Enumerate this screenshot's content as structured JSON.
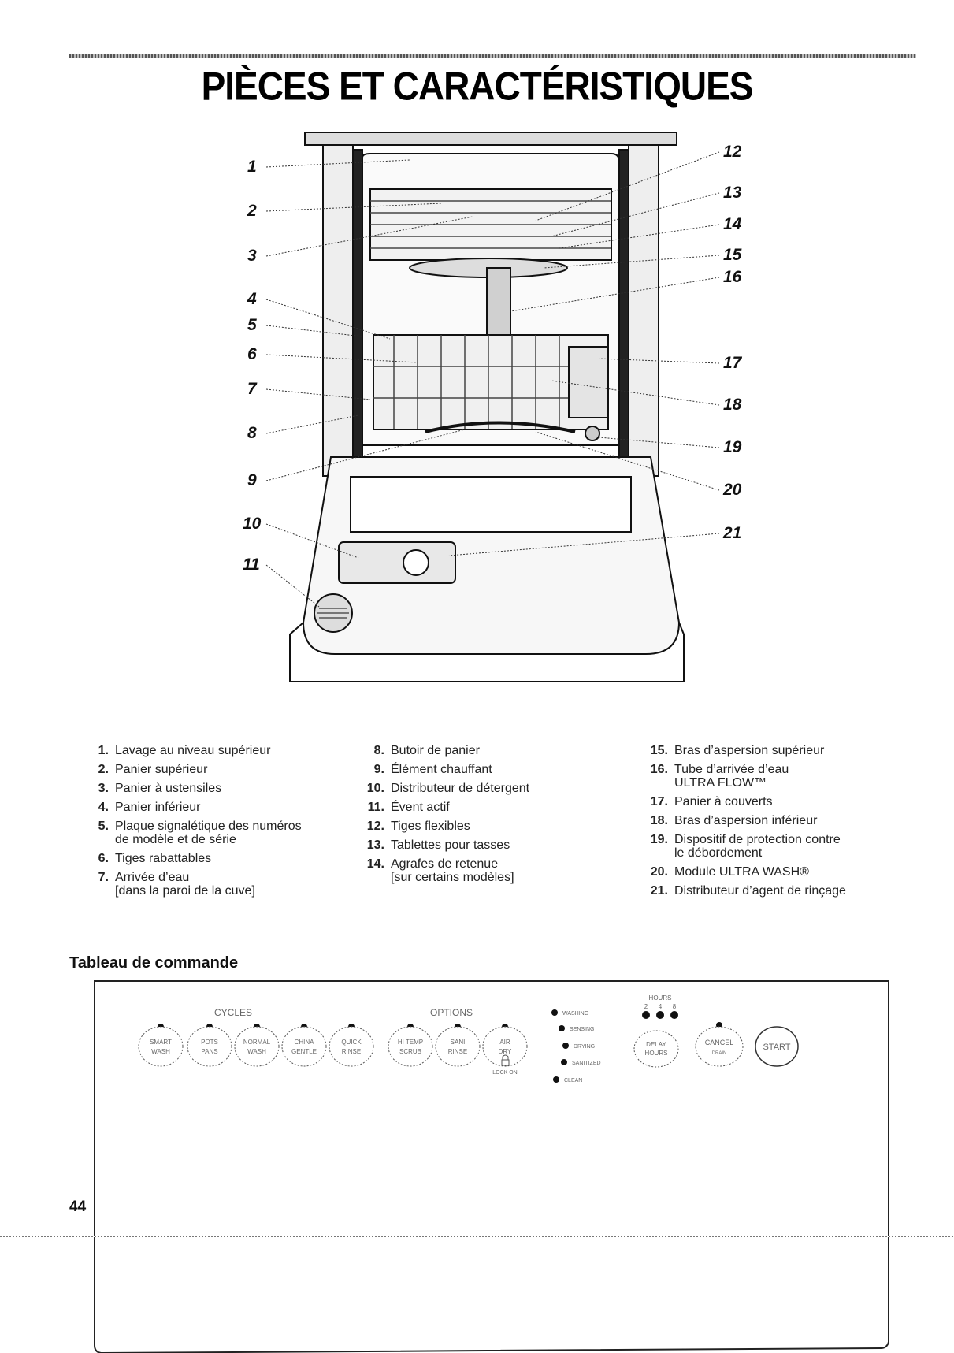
{
  "page": {
    "title": "PIÈCES ET CARACTÉRISTIQUES",
    "page_number": "44"
  },
  "diagram": {
    "callouts": [
      "1",
      "2",
      "3",
      "4",
      "5",
      "6",
      "7",
      "8",
      "9",
      "10",
      "11",
      "12",
      "13",
      "14",
      "15",
      "16",
      "17",
      "18",
      "19",
      "20",
      "21"
    ]
  },
  "legend": {
    "col1": [
      {
        "num": "1.",
        "text": "Lavage au niveau supérieur"
      },
      {
        "num": "2.",
        "text": "Panier supérieur"
      },
      {
        "num": "3.",
        "text": "Panier à ustensiles"
      },
      {
        "num": "4.",
        "text": "Panier inférieur"
      },
      {
        "num": "5.",
        "text": "Plaque signalétique des numéros\nde modèle et de série"
      },
      {
        "num": "6.",
        "text": "Tiges rabattables"
      },
      {
        "num": "7.",
        "text": "Arrivée d’eau\n[dans la paroi de la cuve]"
      }
    ],
    "col2": [
      {
        "num": "8.",
        "text": "Butoir de panier"
      },
      {
        "num": "9.",
        "text": "Élément chauffant"
      },
      {
        "num": "10.",
        "text": "Distributeur de détergent"
      },
      {
        "num": "11.",
        "text": "Évent actif"
      },
      {
        "num": "12.",
        "text": "Tiges flexibles"
      },
      {
        "num": "13.",
        "text": "Tablettes pour tasses"
      },
      {
        "num": "14.",
        "text": "Agrafes de retenue\n[sur certains modèles]"
      }
    ],
    "col3": [
      {
        "num": "15.",
        "text": "Bras d’aspersion supérieur"
      },
      {
        "num": "16.",
        "text": "Tube d’arrivée d’eau\nULTRA FLOW™"
      },
      {
        "num": "17.",
        "text": "Panier à couverts"
      },
      {
        "num": "18.",
        "text": "Bras d’aspersion inférieur"
      },
      {
        "num": "19.",
        "text": "Dispositif de protection contre\nle débordement"
      },
      {
        "num": "20.",
        "text": "Module ULTRA WASH®"
      },
      {
        "num": "21.",
        "text": "Distributeur d’agent de rinçage"
      }
    ]
  },
  "control_panel": {
    "section_title": "Tableau de commande",
    "cycles_label": "CYCLES",
    "options_label": "OPTIONS",
    "hours_label": "HOURS",
    "hours_values": [
      "2",
      "4",
      "8"
    ],
    "cycle_buttons": [
      {
        "line1": "SMART",
        "line2": "WASH"
      },
      {
        "line1": "POTS",
        "line2": "PANS"
      },
      {
        "line1": "NORMAL",
        "line2": "WASH"
      },
      {
        "line1": "CHINA",
        "line2": "GENTLE"
      },
      {
        "line1": "QUICK",
        "line2": "RINSE"
      }
    ],
    "option_buttons": [
      {
        "line1": "HI TEMP",
        "line2": "SCRUB"
      },
      {
        "line1": "SANI",
        "line2": "RINSE"
      },
      {
        "line1": "AIR",
        "line2": "DRY"
      }
    ],
    "lock_label": "LOCK ON",
    "status_lights": [
      "WASHING",
      "SENSING",
      "DRYING",
      "SANITIZED",
      "CLEAN"
    ],
    "delay_button": {
      "line1": "DELAY",
      "line2": "HOURS"
    },
    "cancel_button": {
      "line1": "CANCEL",
      "line2": "DRAIN"
    },
    "start_button": {
      "line1": "START"
    }
  }
}
